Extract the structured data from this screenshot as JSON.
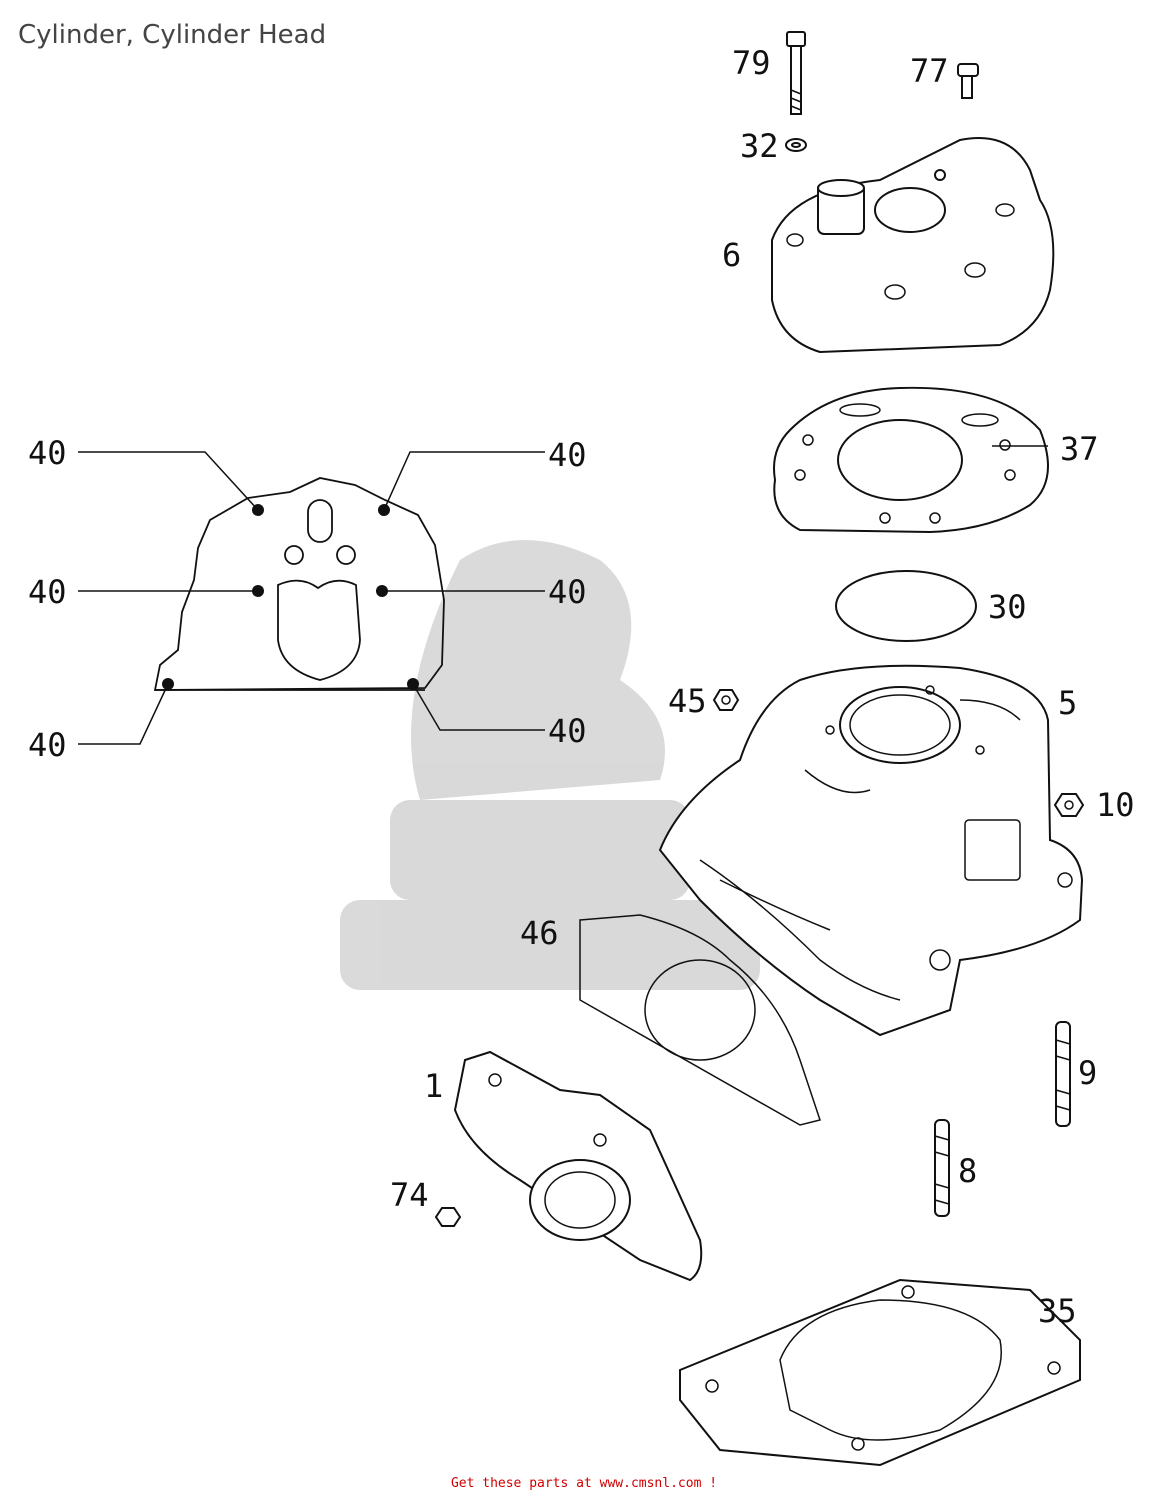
{
  "title": "Cylinder, Cylinder Head",
  "footer": "Get these parts at www.cmsnl.com !",
  "callouts": {
    "c79": "79",
    "c77": "77",
    "c32": "32",
    "c6": "6",
    "c37": "37",
    "c30": "30",
    "c45": "45",
    "c5": "5",
    "c10": "10",
    "c46": "46",
    "c1": "1",
    "c9": "9",
    "c8": "8",
    "c74": "74",
    "c35": "35",
    "c40a": "40",
    "c40b": "40",
    "c40c": "40",
    "c40d": "40",
    "c40e": "40",
    "c40f": "40"
  },
  "colors": {
    "footer_text": "#d00000",
    "line": "#111111",
    "watermark": "#bbbbbb"
  }
}
